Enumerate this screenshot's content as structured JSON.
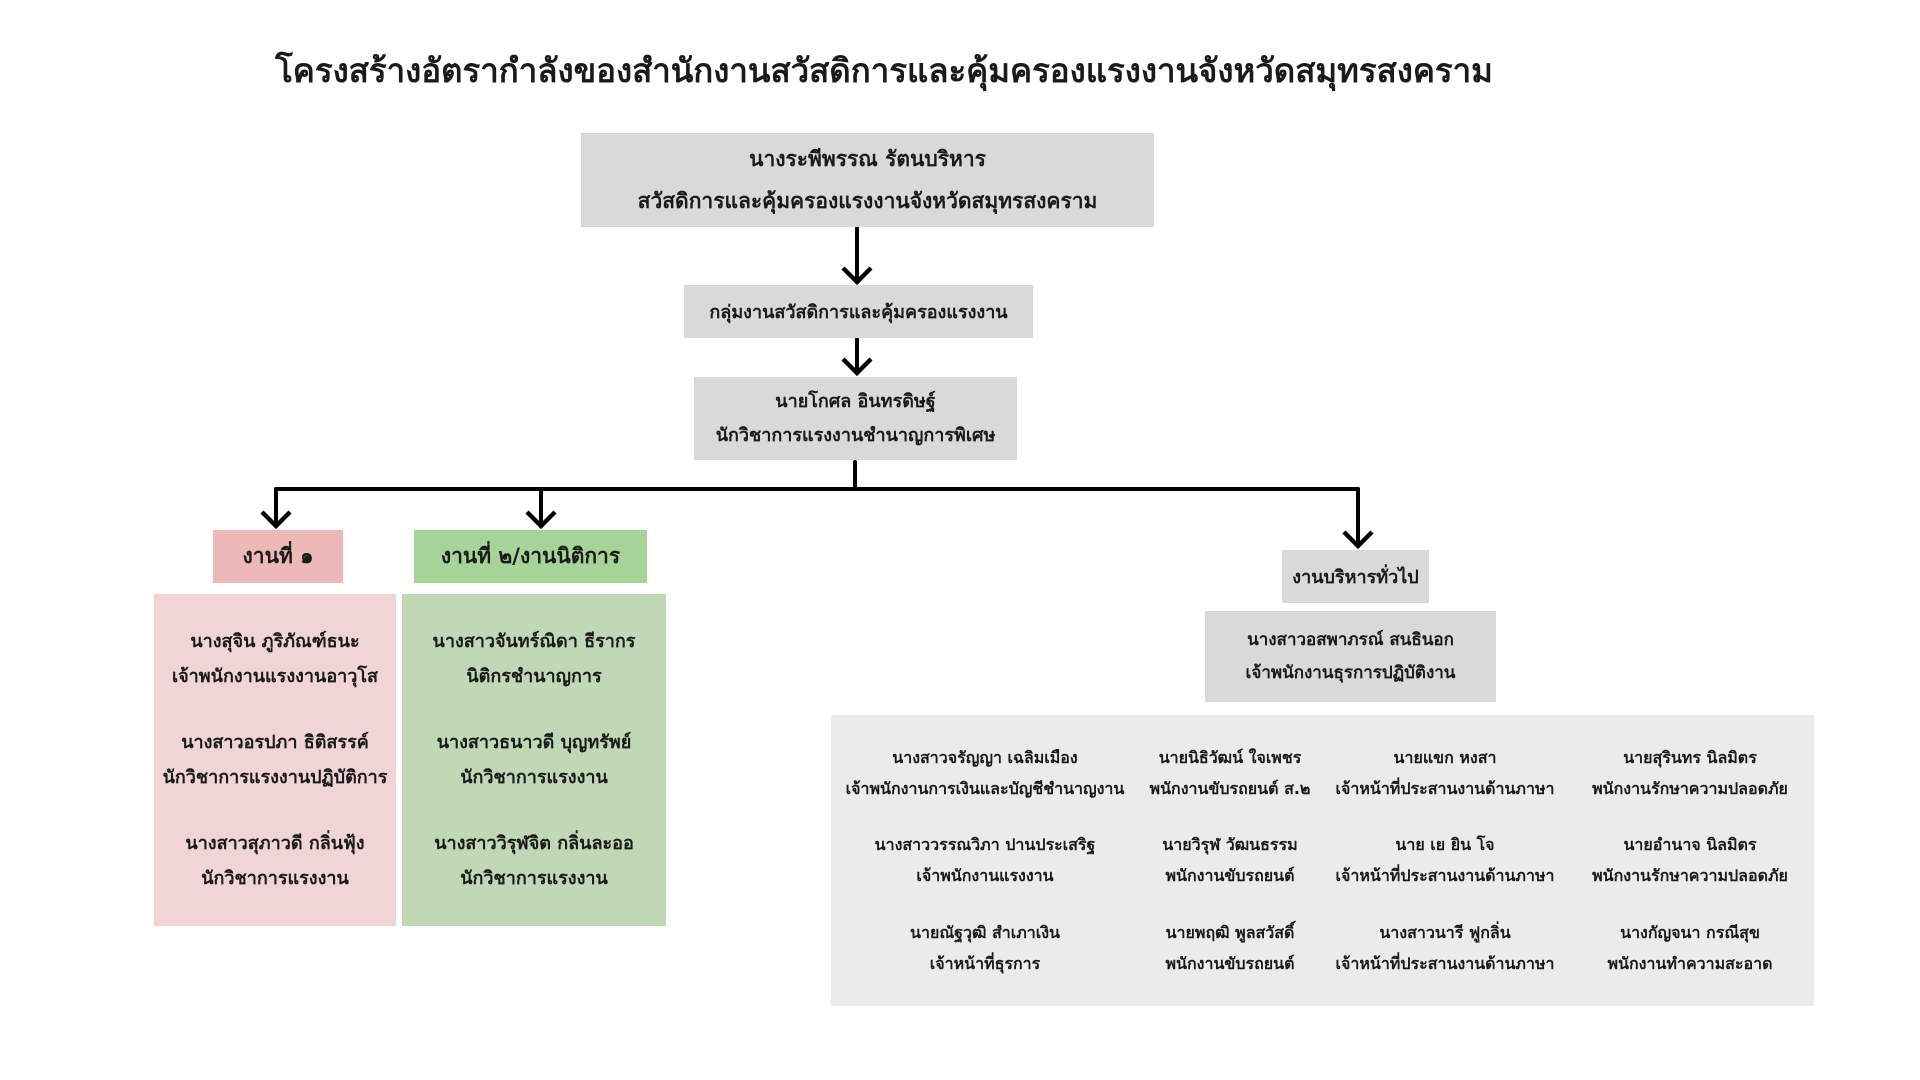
{
  "title": "โครงสร้างอัตรากำลังของสำนักงานสวัสดิการและคุ้มครองแรงงานจังหวัดสมุทรสงคราม",
  "head": {
    "name": "นางระพีพรรณ  รัตนบริหาร",
    "position": "สวัสดิการและคุ้มครองแรงงานจังหวัดสมุทรสงคราม"
  },
  "group": {
    "label": "กลุ่มงานสวัสดิการและคุ้มครองแรงงาน"
  },
  "supervisor": {
    "name": "นายโกศล  อินทรดิษฐ์",
    "position": "นักวิชาการแรงงานชำนาญการพิเศษ"
  },
  "unit1": {
    "label": "งานที่ ๑",
    "members": [
      {
        "name": "นางสุจิน  ภูริภัณฑ์ธนะ",
        "position": "เจ้าพนักงานแรงงานอาวุโส"
      },
      {
        "name": "นางสาวอรปภา  ธิติสรรค์",
        "position": "นักวิชาการแรงงานปฏิบัติการ"
      },
      {
        "name": "นางสาวสุภาวดี  กลิ่นฟุ้ง",
        "position": "นักวิชาการแรงงาน"
      }
    ]
  },
  "unit2": {
    "label": "งานที่ ๒/งานนิติการ",
    "members": [
      {
        "name": "นางสาวจันทร์ณิดา ธีรากร",
        "position": "นิติกรชำนาญการ"
      },
      {
        "name": "นางสาวธนาวดี  บุญทรัพย์",
        "position": "นักวิชาการแรงงาน"
      },
      {
        "name": "นางสาววิรุฬจิต กลิ่นละออ",
        "position": "นักวิชาการแรงงาน"
      }
    ]
  },
  "general": {
    "label": "งานบริหารทั่วไป",
    "lead": {
      "name": "นางสาวอสพาภรณ์ สนธินอก",
      "position": "เจ้าพนักงานธุรการปฏิบัติงาน"
    },
    "members": [
      {
        "name": "นางสาวจรัญญา  เฉลิมเมือง",
        "position": "เจ้าพนักงานการเงินและบัญชีชำนาญงาน"
      },
      {
        "name": "นายนิธิวัฒน์  ใจเพชร",
        "position": "พนักงานขับรถยนต์ ส.๒"
      },
      {
        "name": "นายแขก  หงสา",
        "position": "เจ้าหน้าที่ประสานงานด้านภาษา"
      },
      {
        "name": "นายสุรินทร  นิลมิตร",
        "position": "พนักงานรักษาความปลอดภัย"
      },
      {
        "name": "นางสาววรรณวิภา  ปานประเสริฐ",
        "position": "เจ้าพนักงานแรงงาน"
      },
      {
        "name": "นายวิรุฬ  วัฒนธรรม",
        "position": "พนักงานขับรถยนต์"
      },
      {
        "name": "นาย เย ยิน โจ",
        "position": "เจ้าหน้าที่ประสานงานด้านภาษา"
      },
      {
        "name": "นายอำนาจ  นิลมิตร",
        "position": "พนักงานรักษาความปลอดภัย"
      },
      {
        "name": "นายณัฐวุฒิ  สำเภาเงิน",
        "position": "เจ้าหน้าที่ธุรการ"
      },
      {
        "name": "นายพฤฒิ  พูลสวัสดิ์",
        "position": "พนักงานขับรถยนต์"
      },
      {
        "name": "นางสาวนารี  ฟูกลิ่น",
        "position": "เจ้าหน้าที่ประสานงานด้านภาษา"
      },
      {
        "name": "นางกัญจนา  กรณีสุข",
        "position": "พนักงานทำความสะอาด"
      }
    ]
  },
  "colors": {
    "gray": "#d9d9d9",
    "pink_header": "#efb8b8",
    "pink_body": "#f1d5d6",
    "green_header": "#a5d398",
    "green_body": "#c1d8b6",
    "light_gray": "#ebebeb",
    "connector": "#000000"
  }
}
